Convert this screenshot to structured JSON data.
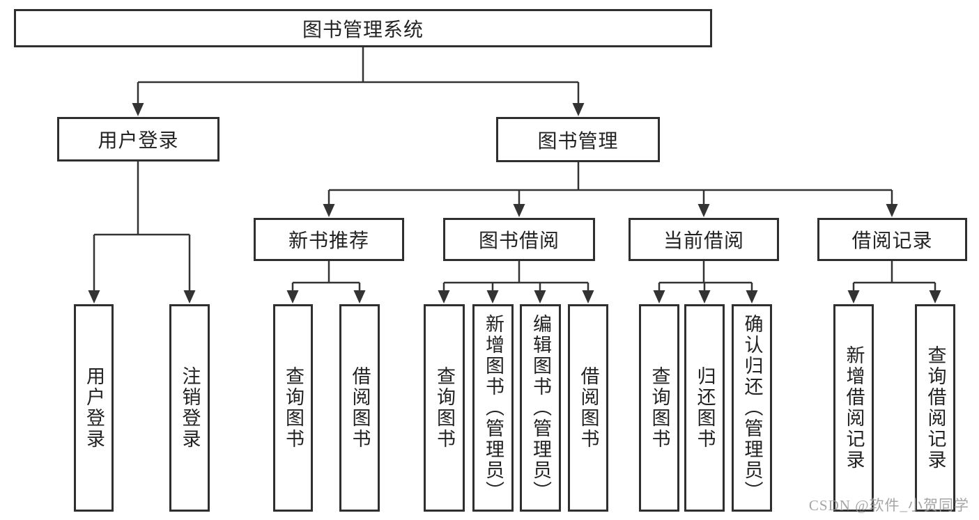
{
  "tree": {
    "label": "图书管理系统",
    "children": [
      {
        "label": "用户登录",
        "children": [
          {
            "label": "用户登录"
          },
          {
            "label": "注销登录"
          }
        ]
      },
      {
        "label": "图书管理",
        "children": [
          {
            "label": "新书推荐",
            "children": [
              {
                "label": "查询图书"
              },
              {
                "label": "借阅图书"
              }
            ]
          },
          {
            "label": "图书借阅",
            "children": [
              {
                "label": "查询图书"
              },
              {
                "label": "新增图书（管理员）"
              },
              {
                "label": "编辑图书（管理员）"
              },
              {
                "label": "借阅图书"
              }
            ]
          },
          {
            "label": "当前借阅",
            "children": [
              {
                "label": "查询图书"
              },
              {
                "label": "归还图书"
              },
              {
                "label": "确认归还（管理员）"
              }
            ]
          },
          {
            "label": "借阅记录",
            "children": [
              {
                "label": "新增借阅记录"
              },
              {
                "label": "查询借阅记录"
              }
            ]
          }
        ]
      }
    ]
  },
  "watermark": {
    "text": "CSDN @软件_小贺同学"
  },
  "colors": {
    "background": "#ffffff",
    "line": "#333333",
    "box_border": "#2f2f2f",
    "text": "#222222",
    "watermark": "#9c9c9c"
  }
}
